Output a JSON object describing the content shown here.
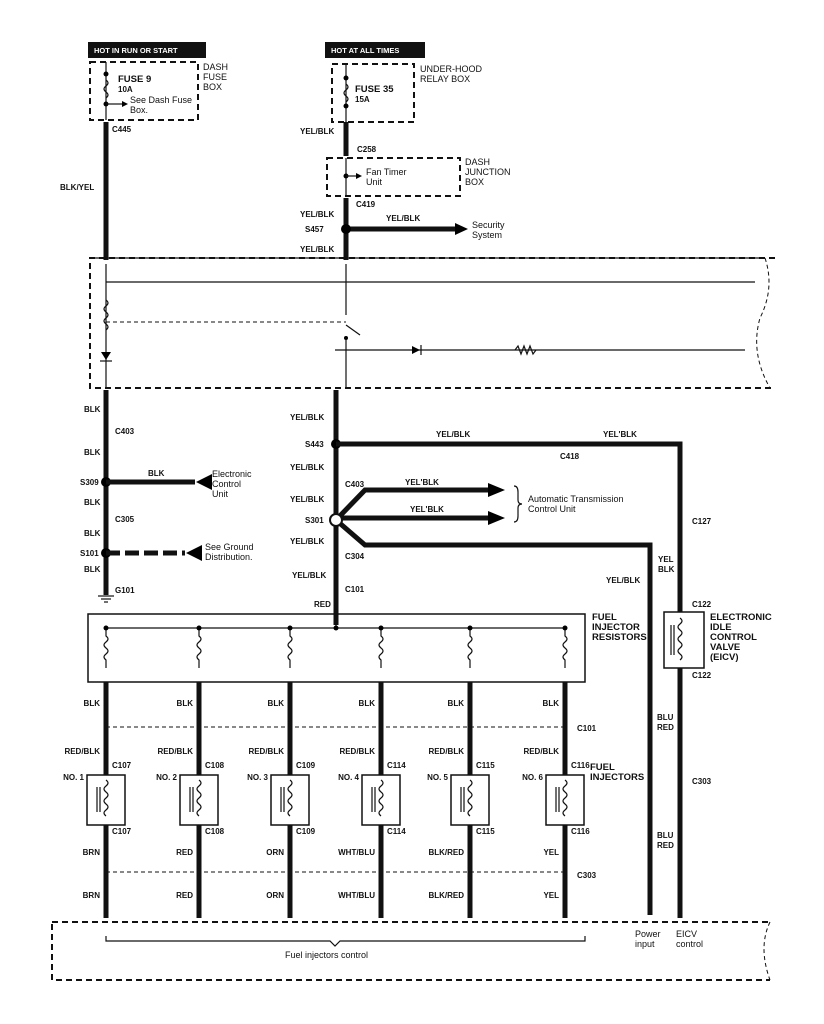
{
  "sources": {
    "left_header": "HOT IN RUN OR START",
    "right_header": "HOT AT ALL TIMES"
  },
  "dash_fuse_box": {
    "label_1": "DASH",
    "label_2": "FUSE",
    "label_3": "BOX",
    "fuse": "FUSE 9",
    "rating": "10A",
    "note_1": "See Dash Fuse",
    "note_2": "Box."
  },
  "underhood_box": {
    "label_1": "UNDER-HOOD",
    "label_2": "RELAY BOX",
    "fuse": "FUSE 35",
    "rating": "15A"
  },
  "dash_junction_box": {
    "label_1": "DASH",
    "label_2": "JUNCTION",
    "label_3": "BOX",
    "device_1": "Fan Timer",
    "device_2": "Unit"
  },
  "left_circuit": {
    "c445": "C445",
    "wire_top": "BLK/YEL",
    "wire_1": "BLK",
    "c403": "C403",
    "wire_2": "BLK",
    "s309": "S309",
    "branch_wire": "BLK",
    "ecu_1": "Electronic",
    "ecu_2": "Control",
    "ecu_3": "Unit",
    "wire_3": "BLK",
    "c305": "C305",
    "wire_4": "BLK",
    "s101": "S101",
    "ground_1": "See Ground",
    "ground_2": "Distribution.",
    "wire_5": "BLK",
    "g101": "G101"
  },
  "right_circuit": {
    "wire_a": "YEL/BLK",
    "c258": "C258",
    "c419": "C419",
    "wire_b": "YEL/BLK",
    "s457": "S457",
    "security_wire": "YEL/BLK",
    "security_1": "Security",
    "security_2": "System",
    "wire_c": "YEL/BLK",
    "wire_d": "YEL/BLK",
    "s443": "S443",
    "s443_wire_1": "YEL/BLK",
    "c418": "C418",
    "s443_wire_2": "YEL'BLK",
    "wire_e": "YEL/BLK",
    "c403": "C403",
    "wire_f": "YEL/BLK",
    "s301": "S301",
    "atcu_wire_1": "YEL'BLK",
    "atcu_wire_2": "YEL'BLK",
    "atcu_1": "Automatic Transmission",
    "atcu_2": "Control Unit",
    "wire_g": "YEL/BLK",
    "c304": "C304",
    "wire_h": "YEL/BLK",
    "c101": "C101",
    "wire_red": "RED",
    "power_wire": "YEL/BLK"
  },
  "eicv": {
    "c127": "C127",
    "wire_1a": "YEL",
    "wire_1b": "BLK",
    "c122_top": "C122",
    "label_1": "ELECTRONIC",
    "label_2": "IDLE",
    "label_3": "CONTROL",
    "label_4": "VALVE",
    "label_5": "(EICV)",
    "c122_bottom": "C122",
    "wire_2a": "BLU",
    "wire_2b": "RED",
    "c303": "C303",
    "wire_3a": "BLU",
    "wire_3b": "RED"
  },
  "resistors": {
    "label_1": "FUEL",
    "label_2": "INJECTOR",
    "label_3": "RESISTORS"
  },
  "injectors_label": {
    "label_1": "FUEL",
    "label_2": "INJECTORS",
    "c101": "C101",
    "c303": "C303"
  },
  "injectors": [
    {
      "no": "NO. 1",
      "upper_wire": "BLK",
      "mid_wire": "RED/BLK",
      "connector": "C107",
      "lower_wire": "BRN"
    },
    {
      "no": "NO. 2",
      "upper_wire": "BLK",
      "mid_wire": "RED/BLK",
      "connector": "C108",
      "lower_wire": "RED"
    },
    {
      "no": "NO. 3",
      "upper_wire": "BLK",
      "mid_wire": "RED/BLK",
      "connector": "C109",
      "lower_wire": "ORN"
    },
    {
      "no": "NO. 4",
      "upper_wire": "BLK",
      "mid_wire": "RED/BLK",
      "connector": "C114",
      "lower_wire": "WHT/BLU"
    },
    {
      "no": "NO. 5",
      "upper_wire": "BLK",
      "mid_wire": "RED/BLK",
      "connector": "C115",
      "lower_wire": "BLK/RED"
    },
    {
      "no": "NO. 6",
      "upper_wire": "BLK",
      "mid_wire": "RED/BLK",
      "connector": "C116",
      "lower_wire": "YEL"
    }
  ],
  "ecm_outputs": {
    "injectors_control": "Fuel injectors control",
    "power_1": "Power",
    "power_2": "input",
    "eicv_1": "EICV",
    "eicv_2": "control"
  }
}
